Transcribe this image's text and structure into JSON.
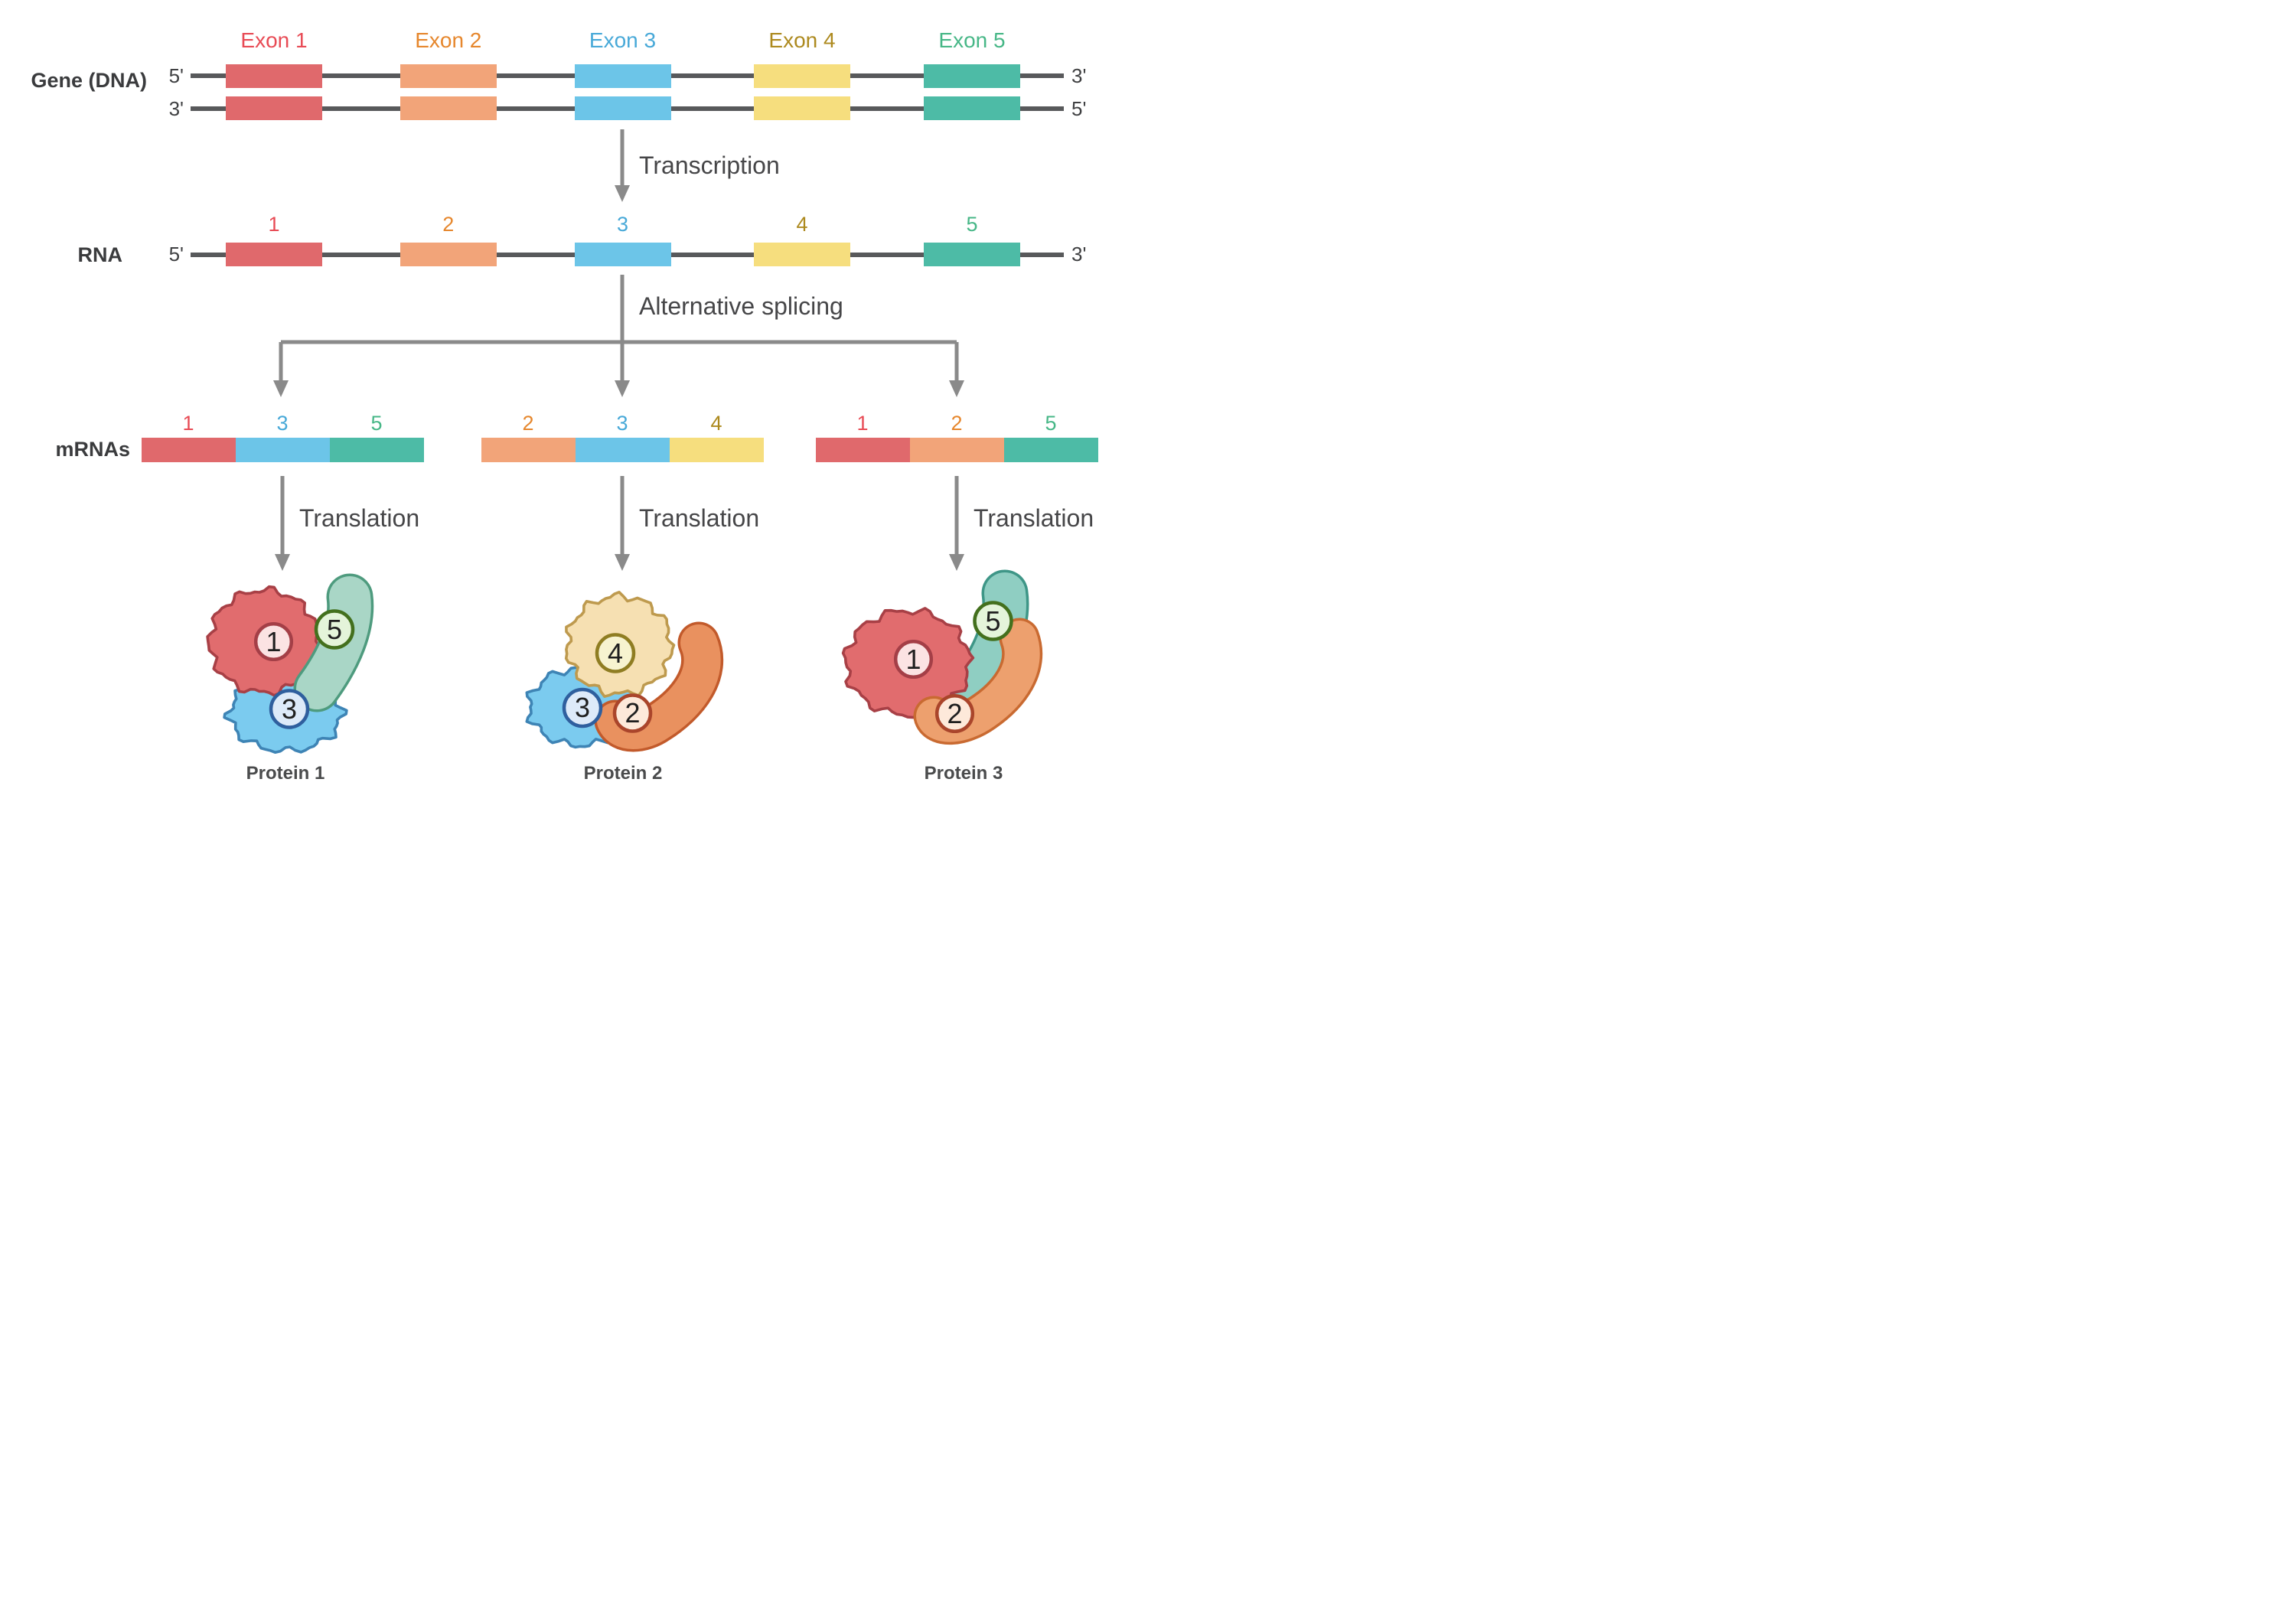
{
  "colors": {
    "exon_fill": {
      "1": "#e0696c",
      "2": "#f2a479",
      "3": "#6cc5e8",
      "4": "#f6de7e",
      "5": "#4dbba6"
    },
    "exon_text": {
      "1": "#e84b55",
      "2": "#e6872d",
      "3": "#48a9d8",
      "4": "#ad8a1f",
      "5": "#47b787"
    },
    "strand_line": "#58595b",
    "arrow": "#8a8a8a",
    "protein_palette": {
      "red": {
        "fill": "#e16c6e",
        "stroke": "#a84046"
      },
      "blue": {
        "fill": "#7bcbef",
        "stroke": "#3e84b5"
      },
      "tealL": {
        "fill": "#a9d6c6",
        "stroke": "#4e9b7e"
      },
      "tealD": {
        "fill": "#8fcec2",
        "stroke": "#3e9687"
      },
      "cream": {
        "fill": "#f6e0b2",
        "stroke": "#be9a4e"
      },
      "orange": {
        "fill": "#e9915f",
        "stroke": "#c25a2b"
      },
      "orangeL": {
        "fill": "#eda06e",
        "stroke": "#c96a31"
      }
    },
    "subunit_circle": {
      "1": {
        "fill": "#fbe3e3",
        "stroke": "#a43f47"
      },
      "2": {
        "fill": "#fde9da",
        "stroke": "#aa452b"
      },
      "3": {
        "fill": "#ddeaf9",
        "stroke": "#2f5f9e"
      },
      "4": {
        "fill": "#f7f3d0",
        "stroke": "#8f7d22"
      },
      "5": {
        "fill": "#e4f4da",
        "stroke": "#43701d"
      }
    }
  },
  "gene": {
    "label": "Gene (DNA)",
    "exon_labels": [
      "Exon 1",
      "Exon 2",
      "Exon 3",
      "Exon 4",
      "Exon 5"
    ],
    "exon_numbers": [
      "1",
      "2",
      "3",
      "4",
      "5"
    ],
    "strand_top": {
      "left": "5'",
      "right": "3'"
    },
    "strand_bottom": {
      "left": "3'",
      "right": "5'"
    }
  },
  "transcription_label": "Transcription",
  "rna": {
    "label": "RNA",
    "left": "5'",
    "right": "3'",
    "numbers": [
      "1",
      "2",
      "3",
      "4",
      "5"
    ]
  },
  "splicing_label": "Alternative splicing",
  "mrnas": {
    "label": "mRNAs",
    "isoforms": [
      [
        "1",
        "3",
        "5"
      ],
      [
        "2",
        "3",
        "4"
      ],
      [
        "1",
        "2",
        "5"
      ]
    ]
  },
  "translation_label": "Translation",
  "proteins": [
    {
      "name": "Protein 1",
      "subunits": [
        "1",
        "5",
        "3"
      ]
    },
    {
      "name": "Protein 2",
      "subunits": [
        "4",
        "3",
        "2"
      ]
    },
    {
      "name": "Protein 3",
      "subunits": [
        "1",
        "5",
        "2"
      ]
    }
  ]
}
